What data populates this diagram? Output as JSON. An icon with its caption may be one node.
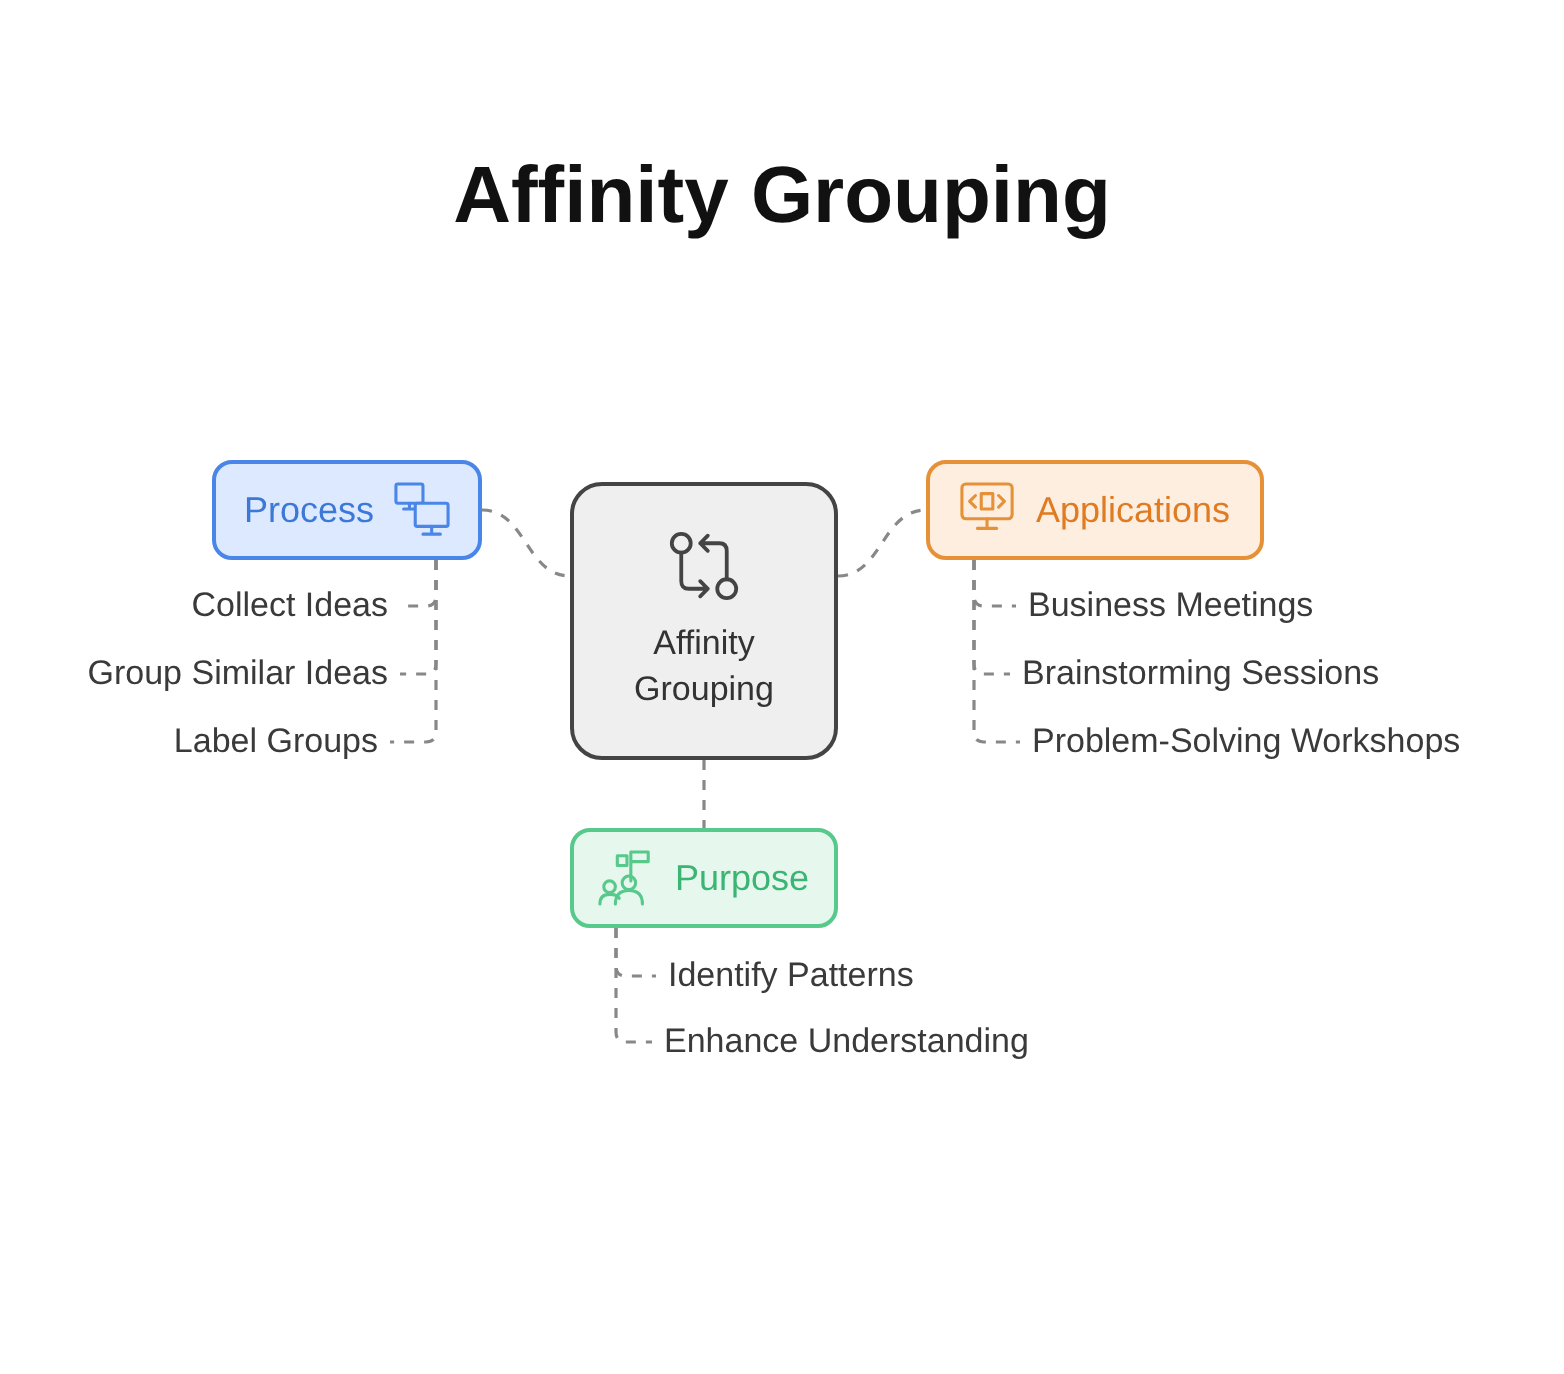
{
  "diagram": {
    "title": "Affinity Grouping",
    "nodes": [
      {
        "text": [
          "Affinity Grouping"
        ]
      },
      {
        "text": [
          "Process"
        ]
      },
      {
        "text": [
          "Applications"
        ]
      },
      {
        "text": [
          "Purpose"
        ]
      },
      {
        "text": [
          "Collect Ideas"
        ]
      },
      {
        "text": [
          "Group Similar Ideas"
        ]
      },
      {
        "text": [
          "Label Groups"
        ]
      },
      {
        "text": [
          "Business Meetings"
        ]
      },
      {
        "text": [
          "Brainstorming Sessions"
        ]
      },
      {
        "text": [
          "Problem-Solving Workshops"
        ]
      },
      {
        "text": [
          "Identify Patterns"
        ]
      },
      {
        "text": [
          "Enhance Understanding"
        ]
      }
    ],
    "edges": [
      {
        "from": 0,
        "to": 1,
        "arrow": "none"
      },
      {
        "from": 0,
        "to": 2,
        "arrow": "none"
      },
      {
        "from": 0,
        "to": 3,
        "arrow": "none"
      },
      {
        "from": 1,
        "to": 4,
        "arrow": "none"
      },
      {
        "from": 1,
        "to": 5,
        "arrow": "none"
      },
      {
        "from": 1,
        "to": 6,
        "arrow": "none"
      },
      {
        "from": 2,
        "to": 7,
        "arrow": "none"
      },
      {
        "from": 2,
        "to": 8,
        "arrow": "none"
      },
      {
        "from": 2,
        "to": 9,
        "arrow": "none"
      },
      {
        "from": 3,
        "to": 10,
        "arrow": "none"
      },
      {
        "from": 3,
        "to": 11,
        "arrow": "none"
      }
    ]
  }
}
